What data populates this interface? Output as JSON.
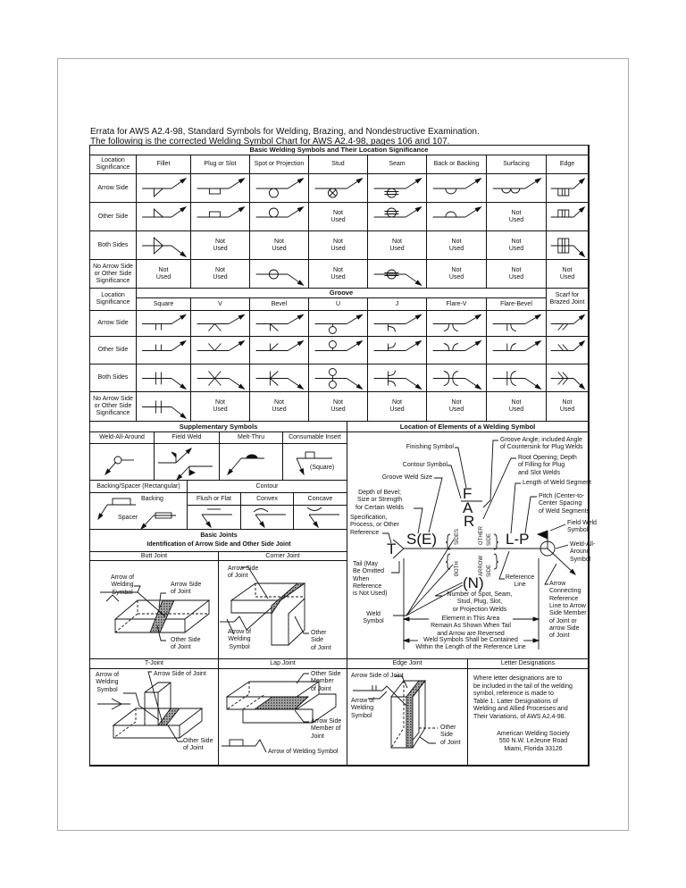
{
  "errata": {
    "line1": "Errata for AWS A2.4-98, Standard Symbols for Welding, Brazing, and Nondestructive Examination.",
    "line2": "The following is the corrected Welding Symbol Chart for AWS A2.4-98, pages 106 and 107."
  },
  "basic": {
    "title": "Basic Welding Symbols and Their Location Significance",
    "location_header": "Location Significance",
    "columns": [
      "Fillet",
      "Plug or Slot",
      "Spot or Projection",
      "Stud",
      "Seam",
      "Back or Backing",
      "Surfacing",
      "Edge"
    ],
    "rows": [
      {
        "label": "Arrow Side",
        "cells": [
          {
            "symbol": "fillet-icon",
            "side": "arrow"
          },
          {
            "symbol": "plug-icon",
            "side": "arrow"
          },
          {
            "symbol": "spot-icon",
            "side": "arrow"
          },
          {
            "symbol": "stud-icon",
            "side": "arrow"
          },
          {
            "symbol": "seam-icon",
            "side": "arrow"
          },
          {
            "symbol": "back-icon",
            "side": "arrow"
          },
          {
            "symbol": "surfacing-icon",
            "side": "arrow"
          },
          {
            "symbol": "edge-icon",
            "side": "arrow"
          }
        ]
      },
      {
        "label": "Other Side",
        "cells": [
          {
            "symbol": "fillet-icon",
            "side": "other"
          },
          {
            "symbol": "plug-icon",
            "side": "other"
          },
          {
            "symbol": "spot-icon",
            "side": "other"
          },
          {
            "text": "Not Used"
          },
          {
            "symbol": "seam-icon",
            "side": "other"
          },
          {
            "symbol": "back-icon",
            "side": "other"
          },
          {
            "text": "Not Used"
          },
          {
            "symbol": "edge-icon",
            "side": "other"
          }
        ]
      },
      {
        "label": "Both Sides",
        "cells": [
          {
            "symbol": "fillet-icon",
            "side": "both"
          },
          {
            "text": "Not Used"
          },
          {
            "text": "Not Used"
          },
          {
            "text": "Not Used"
          },
          {
            "text": "Not Used"
          },
          {
            "text": "Not Used"
          },
          {
            "text": "Not Used"
          },
          {
            "symbol": "edge-icon",
            "side": "both"
          }
        ]
      },
      {
        "label": "No Arrow Side or Other Side Significance",
        "cells": [
          {
            "text": "Not Used"
          },
          {
            "text": "Not Used"
          },
          {
            "symbol": "spot-icon",
            "side": "center"
          },
          {
            "text": "Not Used"
          },
          {
            "symbol": "seam-icon",
            "side": "center"
          },
          {
            "text": "Not Used"
          },
          {
            "text": "Not Used"
          },
          {
            "text": "Not Used"
          }
        ]
      }
    ]
  },
  "groove": {
    "location_header": "Location Significance",
    "title": "Groove",
    "columns": [
      "Square",
      "V",
      "Bevel",
      "U",
      "J",
      "Flare-V",
      "Flare-Bevel"
    ],
    "scarf_header": "Scarf for Brazed Joint",
    "rows": [
      {
        "label": "Arrow Side",
        "cells": [
          {
            "symbol": "square-groove-icon",
            "side": "arrow"
          },
          {
            "symbol": "v-groove-icon",
            "side": "arrow"
          },
          {
            "symbol": "bevel-groove-icon",
            "side": "arrow"
          },
          {
            "symbol": "u-groove-icon",
            "side": "arrow"
          },
          {
            "symbol": "j-groove-icon",
            "side": "arrow"
          },
          {
            "symbol": "flare-v-icon",
            "side": "arrow"
          },
          {
            "symbol": "flare-bevel-icon",
            "side": "arrow"
          },
          {
            "symbol": "scarf-icon",
            "side": "arrow"
          }
        ]
      },
      {
        "label": "Other Side",
        "cells": [
          {
            "symbol": "square-groove-icon",
            "side": "other"
          },
          {
            "symbol": "v-groove-icon",
            "side": "other"
          },
          {
            "symbol": "bevel-groove-icon",
            "side": "other"
          },
          {
            "symbol": "u-groove-icon",
            "side": "other"
          },
          {
            "symbol": "j-groove-icon",
            "side": "other"
          },
          {
            "symbol": "flare-v-icon",
            "side": "other"
          },
          {
            "symbol": "flare-bevel-icon",
            "side": "other"
          },
          {
            "symbol": "scarf-icon",
            "side": "other"
          }
        ]
      },
      {
        "label": "Both Sides",
        "cells": [
          {
            "symbol": "square-groove-icon",
            "side": "both"
          },
          {
            "symbol": "v-groove-icon",
            "side": "both"
          },
          {
            "symbol": "bevel-groove-icon",
            "side": "both"
          },
          {
            "symbol": "u-groove-icon",
            "side": "both"
          },
          {
            "symbol": "j-groove-icon",
            "side": "both"
          },
          {
            "symbol": "flare-v-icon",
            "side": "both"
          },
          {
            "symbol": "flare-bevel-icon",
            "side": "both"
          },
          {
            "symbol": "scarf-icon",
            "side": "both"
          }
        ]
      },
      {
        "label": "No Arrow Side or Other Side Significance",
        "cells": [
          {
            "symbol": "square-groove-icon",
            "side": "both"
          },
          {
            "text": "Not Used"
          },
          {
            "text": "Not Used"
          },
          {
            "text": "Not Used"
          },
          {
            "text": "Not Used"
          },
          {
            "text": "Not Used"
          },
          {
            "text": "Not Used"
          },
          {
            "text": "Not Used"
          }
        ]
      }
    ]
  },
  "supplementary": {
    "title": "Supplementary Symbols",
    "weld_all_around": "Weld-All-Around",
    "field_weld": "Field Weld",
    "melt_thru": "Melt-Thru",
    "consumable_insert": "Consumable Insert",
    "square_note": "(Square)",
    "backing_spacer": "Backing/Spacer (Rectangular)",
    "backing": "Backing",
    "spacer": "Spacer",
    "contour": "Contour",
    "flush": "Flush or Flat",
    "convex": "Convex",
    "concave": "Concave"
  },
  "basic_joints": {
    "title": "Basic Joints",
    "subtitle": "Identification of Arrow Side and Other Side Joint",
    "butt": {
      "title": "Butt Joint",
      "arrow_of": [
        "Arrow of",
        "Welding",
        "Symbol"
      ],
      "arrow_side": [
        "Arrow Side",
        "of Joint"
      ],
      "other_side": [
        "Other Side",
        "of Joint"
      ]
    },
    "corner": {
      "title": "Corner Joint",
      "arrow_side": [
        "Arrow Side",
        "of Joint"
      ],
      "arrow_of": [
        "Arrow of",
        "Welding",
        "Symbol"
      ],
      "other_side": [
        "Other",
        "Side",
        "of Joint"
      ]
    },
    "t": {
      "title": "T-Joint",
      "arrow_of": [
        "Arrow of",
        "Welding",
        "Symbol"
      ],
      "arrow_side": "Arrow Side of Joint",
      "other_side": [
        "Other Side",
        "of Joint"
      ]
    },
    "lap": {
      "title": "Lap Joint",
      "other_side": [
        "Other Side",
        "Member",
        "of Joint"
      ],
      "arrow_side": [
        "Arrow Side",
        "Member of",
        "Joint"
      ],
      "arrow_of": "Arrow of Welding Symbol"
    },
    "edge": {
      "title": "Edge Joint",
      "arrow_side": "Arrow Side of Joint",
      "arrow_of": [
        "Arrow of",
        "Welding",
        "Symbol"
      ],
      "other_side": [
        "Other",
        "Side",
        "of Joint"
      ]
    }
  },
  "location": {
    "title": "Location of Elements of a Welding Symbol",
    "finishing": "Finishing Symbol",
    "groove_angle": [
      "Groove Angle; included Angle",
      "of Countersink for Plug Welds"
    ],
    "contour": "Contour Symbol",
    "root_opening": [
      "Root Opening; Depth",
      "of Filling for Plug",
      "and Slot Welds"
    ],
    "groove_weld_size": "Groove Weld Size",
    "length": "Length of Weld Segment",
    "depth": [
      "Depth of Bevel;",
      "Size or Strength",
      "for Certain Welds"
    ],
    "pitch": [
      "Pitch (Center-to-",
      "Center Spacing",
      "of Weld Segments"
    ],
    "specification": [
      "Specification,",
      "Process, or Other",
      "Reference"
    ],
    "field_weld": [
      "Field Weld",
      "Symbol"
    ],
    "weld_all_around": [
      "Weld-All-",
      "Around",
      "Symbol"
    ],
    "tail": [
      "Tail (May",
      "Be Omitted",
      "When",
      "Reference",
      "is Not Used)"
    ],
    "reference_line": [
      "Reference",
      "Line"
    ],
    "arrow_connecting": [
      "Arrow",
      "Connecting",
      "Reference",
      "Line to Arrow",
      "Side Member",
      "of Joint or",
      "arrow Side",
      "of Joint"
    ],
    "number_of": [
      "Number of Spot, Seam,",
      "Stud, Plug, Slot,",
      "or Projection Welds"
    ],
    "weld_symbol": [
      "Weld",
      "Symbol"
    ],
    "element_area": [
      "Element in This Area",
      "Remain As Shown When Tail",
      "and Arrow are Reversed"
    ],
    "contained": [
      "Weld Symbols Shall be Contained",
      "Within the Length of the Reference Line"
    ],
    "letters": {
      "F": "F",
      "A": "A",
      "R": "R",
      "SE": "S(E)",
      "LP": "L-P",
      "T": "T",
      "N": "(N)"
    },
    "sides": "SIDES",
    "both": "BOTH",
    "arrow": "ARROW",
    "other": "OTHER",
    "side_a": "SIDE",
    "side_b": "SIDE"
  },
  "letter_designations": {
    "title": "Letter Designations",
    "body": [
      "Where letter designations are to",
      "be included in the tail of the welding",
      "symbol, reference is made to",
      "Table 1. Latter Designations of",
      "Welding and Allied Processes and",
      "Their Variations, of AWS A2.4-98."
    ],
    "address": [
      "American Welding Society",
      "550 N.W. LeJeune Road",
      "Miami, Florida 33126"
    ]
  }
}
